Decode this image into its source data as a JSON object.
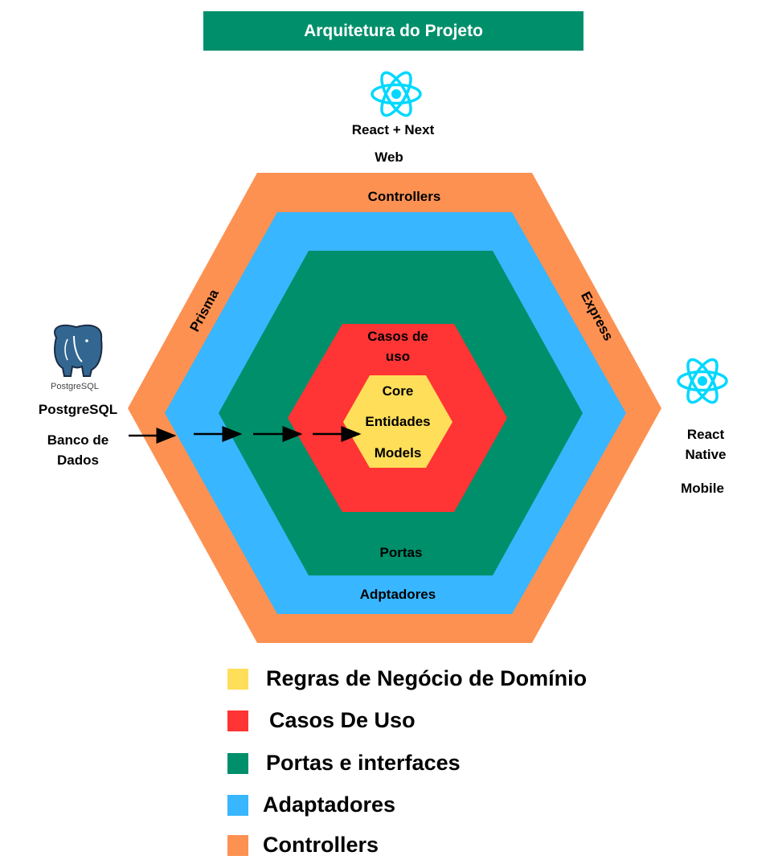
{
  "title": "Arquitetura do Projeto",
  "colors": {
    "controllers": "#fd9152",
    "adaptadores": "#38b6ff",
    "portas": "#008f6b",
    "casos_de_uso": "#ff3434",
    "core": "#ffde59",
    "react": "#00d8ff",
    "postgres": "#336791"
  },
  "web": {
    "icon": "react-icon",
    "name": "React + Next",
    "platform": "Web"
  },
  "mobile": {
    "icon": "react-icon",
    "name_line1": "React",
    "name_line2": "Native",
    "platform": "Mobile"
  },
  "database": {
    "icon": "postgresql-elephant-icon",
    "logo_text": "PostgreSQL",
    "name": "PostgreSQL",
    "desc_line1": "Banco de",
    "desc_line2": "Dados"
  },
  "layers": {
    "controllers": "Controllers",
    "prisma": "Prisma",
    "express": "Express",
    "adaptadores": "Adptadores",
    "portas": "Portas",
    "casos_line1": "Casos de",
    "casos_line2": "uso",
    "core1": "Core",
    "core2": "Entidades",
    "core3": "Models"
  },
  "legend": [
    {
      "label": "Regras de Negócio de Domínio",
      "color": "#ffde59"
    },
    {
      "label": "Casos De Uso",
      "color": "#ff3434"
    },
    {
      "label": "Portas e interfaces",
      "color": "#008f6b"
    },
    {
      "label": "Adaptadores",
      "color": "#38b6ff"
    },
    {
      "label": "Controllers",
      "color": "#fd9152"
    }
  ]
}
